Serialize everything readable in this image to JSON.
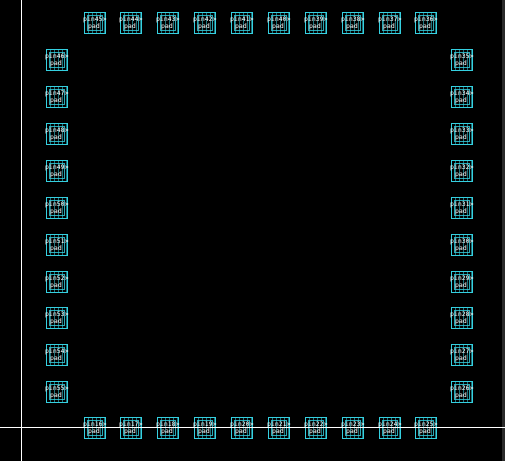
{
  "pads": {
    "top": [
      {
        "name": "pin45>",
        "type": "pad"
      },
      {
        "name": "pin44>",
        "type": "pad"
      },
      {
        "name": "pin43>",
        "type": "pad"
      },
      {
        "name": "pin42>",
        "type": "pad"
      },
      {
        "name": "pin41>",
        "type": "pad"
      },
      {
        "name": "pin40>",
        "type": "pad"
      },
      {
        "name": "pin39>",
        "type": "pad"
      },
      {
        "name": "pin38>",
        "type": "pad"
      },
      {
        "name": "pin37>",
        "type": "pad"
      },
      {
        "name": "pin36>",
        "type": "pad"
      }
    ],
    "left": [
      {
        "name": "pin46>",
        "type": "pad"
      },
      {
        "name": "pin47>",
        "type": "pad"
      },
      {
        "name": "pin48>",
        "type": "pad"
      },
      {
        "name": "pin49>",
        "type": "pad"
      },
      {
        "name": "pin50>",
        "type": "pad"
      },
      {
        "name": "pin51>",
        "type": "pad"
      },
      {
        "name": "pin52>",
        "type": "pad"
      },
      {
        "name": "pin53>",
        "type": "pad"
      },
      {
        "name": "pin54>",
        "type": "pad"
      },
      {
        "name": "pin55>",
        "type": "pad"
      }
    ],
    "right": [
      {
        "name": "pin35>",
        "type": "pad"
      },
      {
        "name": "pin34>",
        "type": "pad"
      },
      {
        "name": "pin33>",
        "type": "pad"
      },
      {
        "name": "pin32>",
        "type": "pad"
      },
      {
        "name": "pin31>",
        "type": "pad"
      },
      {
        "name": "pin30>",
        "type": "pad"
      },
      {
        "name": "pin29>",
        "type": "pad"
      },
      {
        "name": "pin28>",
        "type": "pad"
      },
      {
        "name": "pin27>",
        "type": "pad"
      },
      {
        "name": "pin26>",
        "type": "pad"
      }
    ],
    "bottom": [
      {
        "name": "pin16>",
        "type": "pad"
      },
      {
        "name": "pin17>",
        "type": "pad"
      },
      {
        "name": "pin18>",
        "type": "pad"
      },
      {
        "name": "pin19>",
        "type": "pad"
      },
      {
        "name": "pin20>",
        "type": "pad"
      },
      {
        "name": "pin21>",
        "type": "pad"
      },
      {
        "name": "pin22>",
        "type": "pad"
      },
      {
        "name": "pin23>",
        "type": "pad"
      },
      {
        "name": "pin24>",
        "type": "pad"
      },
      {
        "name": "pin25>",
        "type": "pad"
      }
    ]
  },
  "colors": {
    "background": "#000000",
    "pad_outline": "#35d0e0",
    "label": "#ffffff",
    "crosshair": "#ffffff"
  }
}
